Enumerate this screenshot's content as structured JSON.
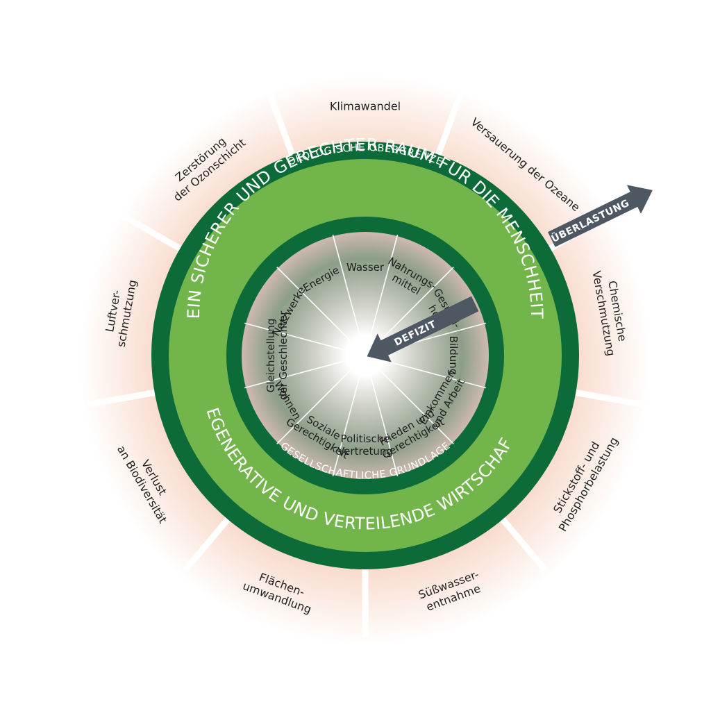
{
  "diagram": {
    "colors": {
      "outer_glow": "#f6cdb9",
      "dark_green": "#0d6b39",
      "light_green": "#72b64b",
      "inner_glow": "#f3c8c8",
      "arrow": "#4d5863",
      "separator": "#ffffff"
    },
    "ring_labels": {
      "ecological_ceiling": "ÖKOLOGISCHE OBERGRENZE",
      "social_foundation": "GESELLSCHAFTLICHE GRUNDLAGE",
      "safe_space": "EIN SICHERER UND GERECHTER RAUM FÜR DIE MENSCHHEIT",
      "economy": "REGENERATIVE UND VERTEILENDE WIRTSCHAFT"
    },
    "arrows": {
      "overshoot": "ÜBERLASTUNG",
      "shortfall": "DEFIZIT"
    },
    "ecological_ceiling": [
      {
        "lines": [
          "Klimawandel"
        ]
      },
      {
        "lines": [
          "Versauerung der Ozeane"
        ]
      },
      {
        "lines": [
          "Chemische",
          "Verschmutzung"
        ]
      },
      {
        "lines": [
          "Stickstoff- und",
          "Phosphorbelastung"
        ]
      },
      {
        "lines": [
          "Süßwasser-",
          "entnahme"
        ]
      },
      {
        "lines": [
          "Flächen-",
          "umwandlung"
        ]
      },
      {
        "lines": [
          "Verlust",
          "an Biodiversität"
        ]
      },
      {
        "lines": [
          "Luftver-",
          "schmutzung"
        ]
      },
      {
        "lines": [
          "Zerstörung",
          "der Ozonschicht"
        ]
      }
    ],
    "social_foundation": [
      {
        "lines": [
          "Wasser"
        ]
      },
      {
        "lines": [
          "Nahrungs-",
          "mittel"
        ]
      },
      {
        "lines": [
          "Gesund-",
          "heit"
        ]
      },
      {
        "lines": [
          "Bildung"
        ]
      },
      {
        "lines": [
          "Einkommen",
          "und Arbeit"
        ]
      },
      {
        "lines": [
          "Frieden und",
          "Gerechtigkeit"
        ]
      },
      {
        "lines": [
          "Politische",
          "Vertretung"
        ]
      },
      {
        "lines": [
          "Soziale",
          "Gerechtigkeit"
        ]
      },
      {
        "lines": [
          "Wohnen"
        ]
      },
      {
        "lines": [
          "Gleichstellung",
          "der Geschlechter"
        ]
      },
      {
        "lines": [
          "Netzwerke"
        ]
      },
      {
        "lines": [
          "Energie"
        ]
      }
    ]
  }
}
